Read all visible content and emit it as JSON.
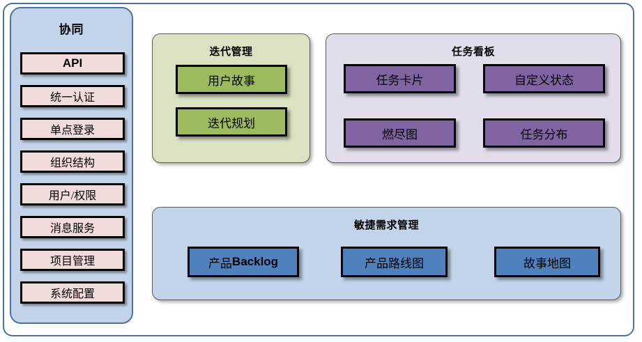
{
  "diagram": {
    "title_hidden": "",
    "colors": {
      "frame_border": "#4a72a3",
      "sidebar_fill": "#c3d4ea",
      "sidebar_item_fill": "#f2dcdb",
      "iteration_fill": "#d9e3c2",
      "iteration_node_fill": "#9cbb5f",
      "taskboard_fill": "#e3ddeb",
      "taskboard_node_fill": "#8064a2",
      "agile_fill": "#c3d4ea",
      "agile_node_fill": "#4f81bd",
      "node_border": "#000000"
    }
  },
  "sidebar": {
    "title": "协同",
    "items": [
      {
        "label": "API",
        "bold": true
      },
      {
        "label": "统一认证",
        "bold": false
      },
      {
        "label": "单点登录",
        "bold": false
      },
      {
        "label": "组织结构",
        "bold": false
      },
      {
        "label": "用户/权限",
        "bold": false
      },
      {
        "label": "消息服务",
        "bold": false
      },
      {
        "label": "项目管理",
        "bold": false
      },
      {
        "label": "系统配置",
        "bold": false
      }
    ]
  },
  "panels": {
    "iteration": {
      "title": "迭代管理",
      "nodes": [
        {
          "label": "用户故事"
        },
        {
          "label": "迭代规划"
        }
      ]
    },
    "taskboard": {
      "title": "任务看板",
      "nodes": [
        {
          "label": "任务卡片"
        },
        {
          "label": "自定义状态"
        },
        {
          "label": "燃尽图"
        },
        {
          "label": "任务分布"
        }
      ]
    },
    "agile": {
      "title": "敏捷需求管理",
      "nodes": [
        {
          "label_prefix": "产品",
          "label_bold": "Backlog",
          "label": "产品Backlog"
        },
        {
          "label": "产品路线图"
        },
        {
          "label": "故事地图"
        }
      ]
    }
  }
}
